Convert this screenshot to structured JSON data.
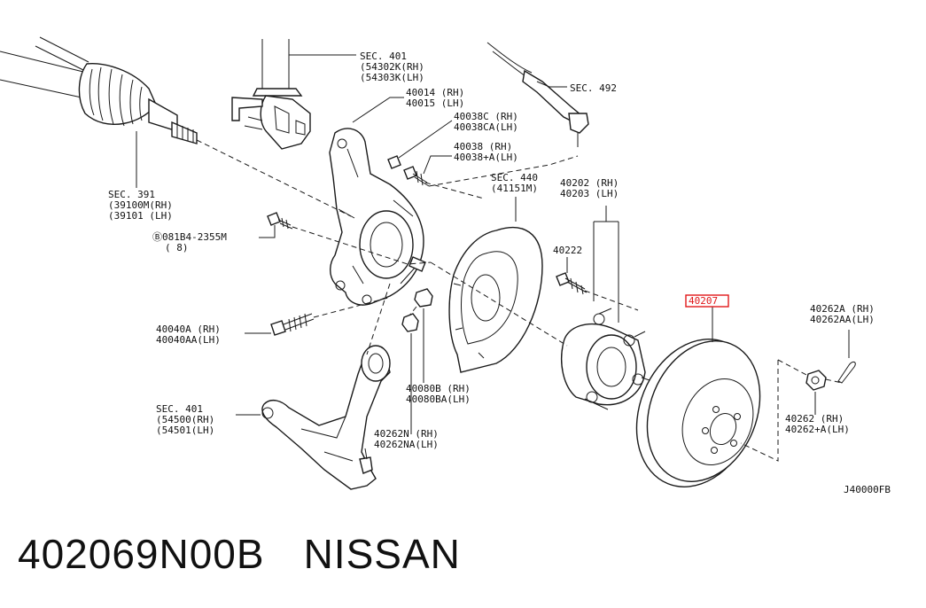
{
  "diagram": {
    "highlight_color": "#e0181a",
    "labels": {
      "sec401_top": [
        "SEC. 401",
        "(54302K(RH)",
        "(54303K(LH)"
      ],
      "knuckle": [
        "40014 (RH)",
        "40015 (LH)"
      ],
      "bolt_c": [
        "40038C (RH)",
        "40038CA(LH)"
      ],
      "bolt_38": [
        "40038  (RH)",
        "40038+A(LH)"
      ],
      "sec492": [
        "SEC. 492"
      ],
      "sec391": [
        "SEC. 391",
        "(39100M(RH)",
        "(39101  (LH)"
      ],
      "bolt_081": [
        "Ⓑ081B4-2355M",
        "( 8)"
      ],
      "sec440": [
        "SEC. 440",
        "(41151M)"
      ],
      "hub": [
        "40202 (RH)",
        "40203 (LH)"
      ],
      "bolt_40222": [
        "40222"
      ],
      "rotor": [
        "40207"
      ],
      "cotter": [
        "40262A  (RH)",
        "40262AA(LH)"
      ],
      "bolt_40040": [
        "40040A  (RH)",
        "40040AA(LH)"
      ],
      "nut_40080": [
        "40080B  (RH)",
        "40080BA(LH)"
      ],
      "sec401_bottom": [
        "SEC. 401",
        "(54500(RH)",
        "(54501(LH)"
      ],
      "nut_40262n": [
        "40262N  (RH)",
        "40262NA(LH)"
      ],
      "nut_40262": [
        "40262    (RH)",
        "40262+A(LH)"
      ],
      "figure_code": [
        "J40000FB"
      ]
    }
  },
  "footer": {
    "part_number": "402069N00B",
    "brand": "NISSAN"
  }
}
